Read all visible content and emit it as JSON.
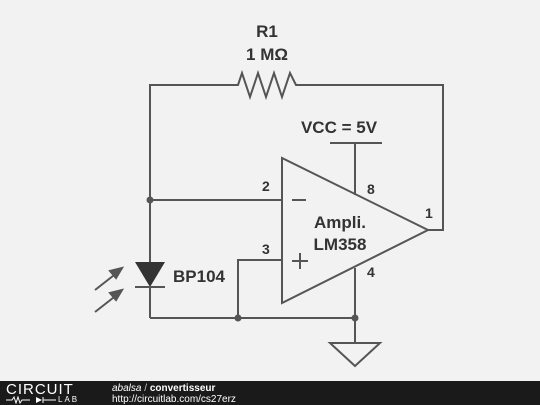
{
  "schematic": {
    "r1_name": "R1",
    "r1_value": "1 MΩ",
    "vcc_label": "VCC = 5V",
    "opamp_name": "Ampli.",
    "opamp_part": "LM358",
    "diode_part": "BP104",
    "pins": {
      "inverting": "2",
      "noninverting": "3",
      "supply": "8",
      "output": "1",
      "ground": "4"
    },
    "minus_sign": "−",
    "plus_sign": "+"
  },
  "footer": {
    "logo_top": "CIRCUIT",
    "logo_bottom": "LAB",
    "author": "abalsa",
    "separator": "/",
    "title": "convertisseur",
    "url": "http://circuitlab.com/cs27erz"
  },
  "colors": {
    "wire": "#555555",
    "text": "#333333",
    "background": "#f2f2f2",
    "footer": "#1a1a1a"
  }
}
